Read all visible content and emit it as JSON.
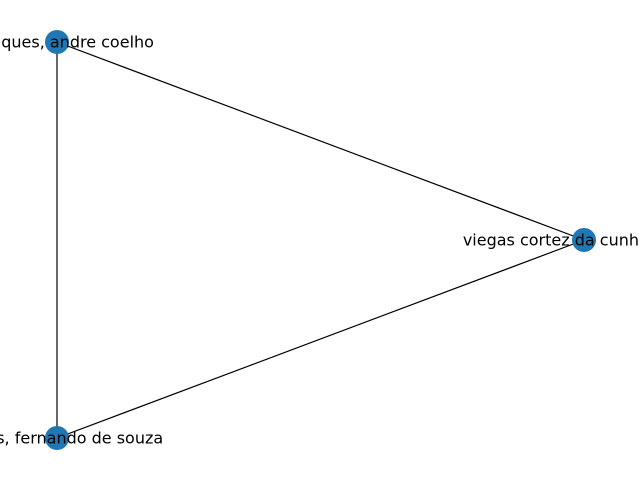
{
  "colors": {
    "node_fill": "#1f77b4",
    "edge_stroke": "#000000",
    "label_color": "#000000",
    "background": "#ffffff"
  },
  "nodes": [
    {
      "id": "n1",
      "label": "henriques, andre coelho"
    },
    {
      "id": "n2",
      "label": "viegas cortez da cunha, mario"
    },
    {
      "id": "n3",
      "label": "gomes, fernando de souza"
    }
  ],
  "edges": [
    {
      "source": "n1",
      "target": "n2"
    },
    {
      "source": "n1",
      "target": "n3"
    },
    {
      "source": "n2",
      "target": "n3"
    }
  ]
}
